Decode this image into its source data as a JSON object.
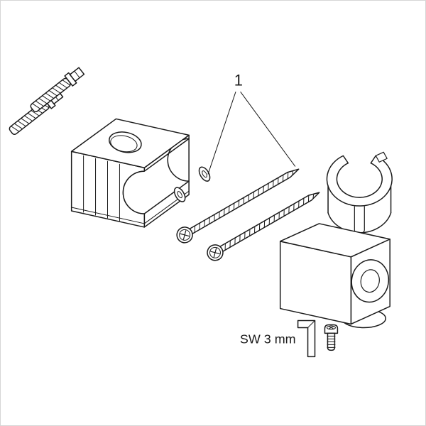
{
  "diagram": {
    "type": "exploded-assembly-drawing",
    "callout": {
      "label": "1"
    },
    "tool_note": {
      "label": "SW 3 mm"
    },
    "colors": {
      "line": "#1a1a1a",
      "background": "#ffffff"
    },
    "parts": [
      {
        "id": "wall-plug-anchor",
        "count": 2
      },
      {
        "id": "mounting-plate",
        "count": 1
      },
      {
        "id": "washer",
        "count": 2
      },
      {
        "id": "fixing-screw",
        "count": 2
      },
      {
        "id": "shower-holder-clip",
        "count": 1
      },
      {
        "id": "wall-outlet-body",
        "count": 1
      },
      {
        "id": "allen-key",
        "count": 1
      },
      {
        "id": "set-screw",
        "count": 1
      }
    ]
  }
}
